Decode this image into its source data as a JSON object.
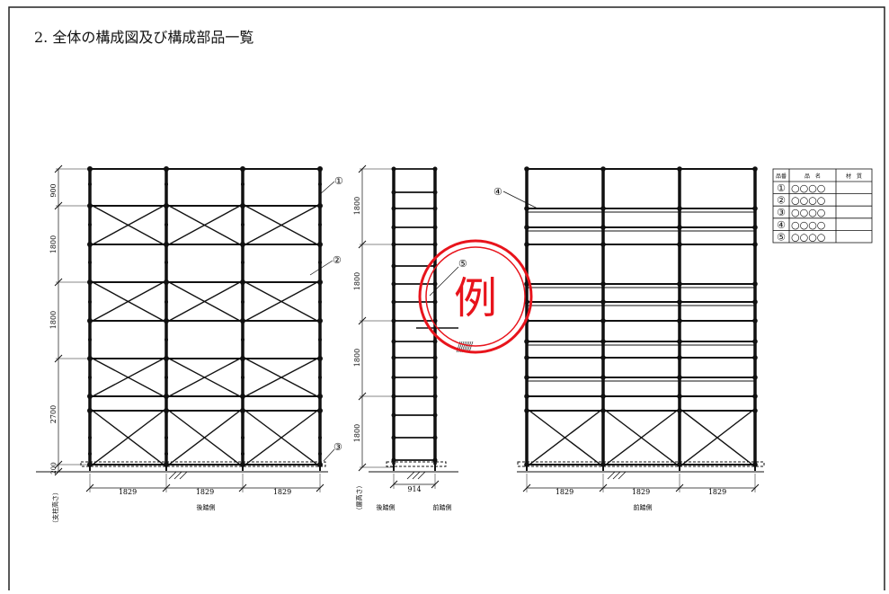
{
  "heading": "2.  全体の構成図及び構成部品一覧",
  "stamp_text": "例",
  "stamp_color": "#e8141c",
  "left_view": {
    "v_dims": [
      "900",
      "1800",
      "1800",
      "2700",
      "200"
    ],
    "h_dims": [
      "1829",
      "1829",
      "1829"
    ],
    "side_label": "（支柱高さ）",
    "bottom_label": "後踏側"
  },
  "middle_view": {
    "v_dims": [
      "1800",
      "1800",
      "1800",
      "1800"
    ],
    "width_dim": "914",
    "side_label": "（層高さ）",
    "left_label": "後踏側",
    "right_label": "前踏側"
  },
  "right_view": {
    "h_dims": [
      "1829",
      "1829",
      "1829"
    ],
    "bottom_label": "前踏側"
  },
  "callouts": [
    "①",
    "②",
    "③",
    "④",
    "⑤"
  ],
  "parts_table": {
    "headers": [
      "品番",
      "品　名",
      "材　質"
    ],
    "rows": [
      {
        "no": "①",
        "name": "○○○○",
        "material": ""
      },
      {
        "no": "②",
        "name": "○○○○",
        "material": ""
      },
      {
        "no": "③",
        "name": "○○○○",
        "material": ""
      },
      {
        "no": "④",
        "name": "○○○○",
        "material": ""
      },
      {
        "no": "⑤",
        "name": "○○○○",
        "material": ""
      }
    ]
  }
}
